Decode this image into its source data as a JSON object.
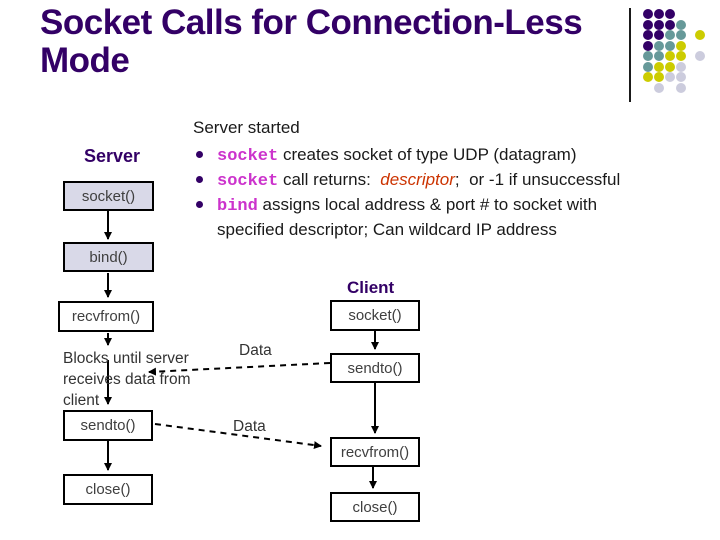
{
  "title": "Socket Calls for Connection-Less Mode",
  "colors": {
    "title_text": "#330066",
    "code_text": "#CC33CC",
    "descriptor_text": "#CC3300",
    "box_fill_highlight": "#D9D9E8",
    "box_border": "#000000",
    "dot_purple": "#330066",
    "dot_teal": "#669999",
    "dot_yellow": "#CCCC00",
    "dot_lavender": "#CCCCDD"
  },
  "decoration": {
    "name": "dot-grid",
    "rows": [
      "PPP..",
      "PPPT.",
      "PPTTY",
      "PTTY.",
      "TTYYL",
      "TYYL.",
      "YYLL.",
      ".L.L."
    ]
  },
  "notes": {
    "heading": "Server started",
    "bullets": [
      {
        "parts": [
          {
            "t": "socket",
            "s": "code"
          },
          {
            "t": " creates socket of type UDP (datagram)",
            "s": ""
          }
        ]
      },
      {
        "parts": [
          {
            "t": "socket",
            "s": "code"
          },
          {
            "t": " call returns:  ",
            "s": ""
          },
          {
            "t": "descriptor",
            "s": "em"
          },
          {
            "t": ";  or -1 if unsuccessful",
            "s": ""
          }
        ]
      },
      {
        "parts": [
          {
            "t": "bind",
            "s": "code"
          },
          {
            "t": " assigns local address & port # to socket with specified descriptor; Can wildcard IP address",
            "s": ""
          }
        ]
      }
    ]
  },
  "diagram": {
    "server_label": "Server",
    "client_label": "Client",
    "server_boxes": [
      "socket()",
      "bind()",
      "recvfrom()",
      "sendto()",
      "close()"
    ],
    "client_boxes": [
      "socket()",
      "sendto()",
      "recvfrom()",
      "close()"
    ],
    "blocks_note": "Blocks until server receives data from client",
    "data_labels": [
      "Data",
      "Data"
    ]
  }
}
